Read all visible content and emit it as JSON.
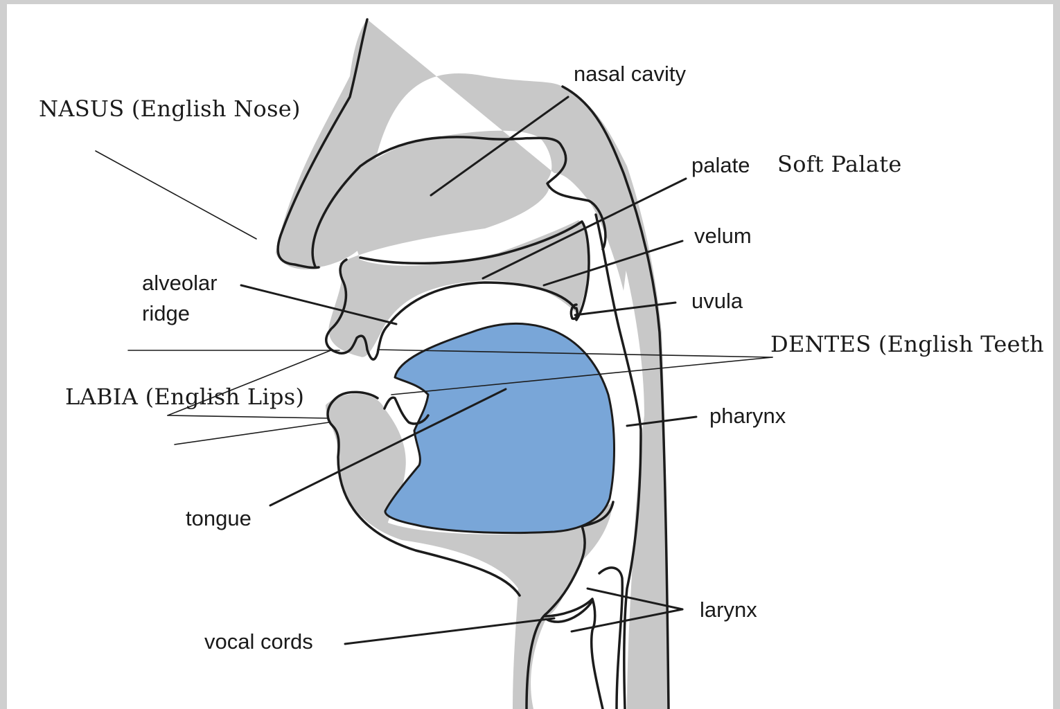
{
  "colors": {
    "tissue": "#c8c8c8",
    "tongue": "#79a6d8",
    "outline": "#1c1c1c",
    "background": "#ffffff"
  },
  "labels": {
    "nasal_cavity": "nasal cavity",
    "nasus": "NASUS (English Nose)",
    "palate": "palate",
    "soft_palate": "Soft Palate",
    "velum": "velum",
    "alveolar_ridge_line1": "alveolar",
    "alveolar_ridge_line2": "ridge",
    "uvula": "uvula",
    "dentes": "DENTES (English Teeth",
    "labia": "LABIA (English Lips)",
    "pharynx": "pharynx",
    "tongue": "tongue",
    "larynx": "larynx",
    "vocal_cords": "vocal cords"
  }
}
